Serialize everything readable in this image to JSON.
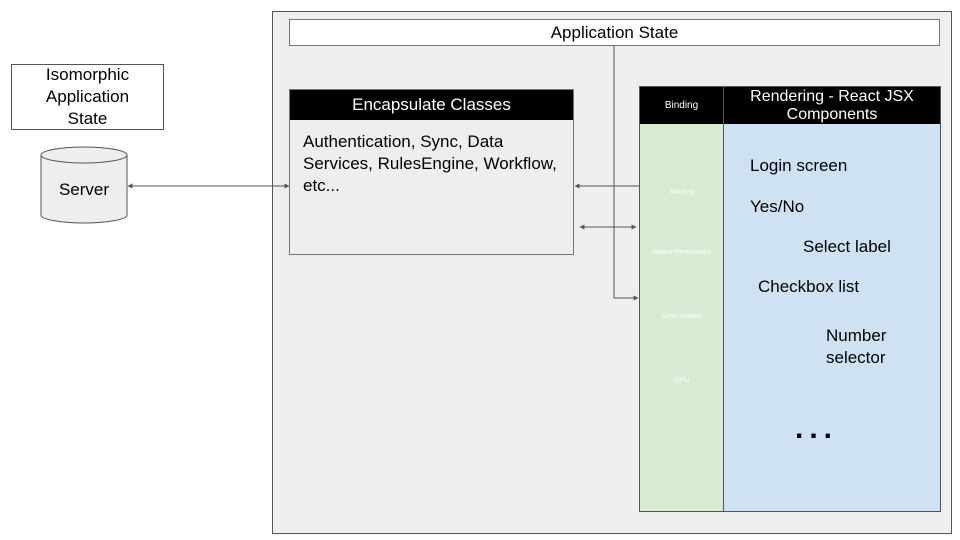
{
  "app_state": {
    "label": "Application State"
  },
  "isomorphic": {
    "label": "Isomorphic Application State"
  },
  "server": {
    "label": "Server"
  },
  "encapsulate": {
    "title": "Encapsulate Classes",
    "body": "Authentication, Sync, Data Services, RulesEngine, Workflow, etc..."
  },
  "binding": {
    "title": "Binding",
    "plugins": [
      "Routing",
      "Native Persistence",
      "GeoLocation",
      "GPU"
    ]
  },
  "rendering": {
    "title": "Rendering - React JSX Components",
    "components": [
      "Login screen",
      "Yes/No",
      "Select label",
      "Checkbox list",
      "Number selector"
    ],
    "ellipsis": "..."
  },
  "colors": {
    "binding_fill": "#d9ead3",
    "rendering_fill": "#cfe2f3",
    "plugin_fill": "#8e7cc3",
    "container_fill": "#eeeeee",
    "header_fill": "#000000"
  }
}
